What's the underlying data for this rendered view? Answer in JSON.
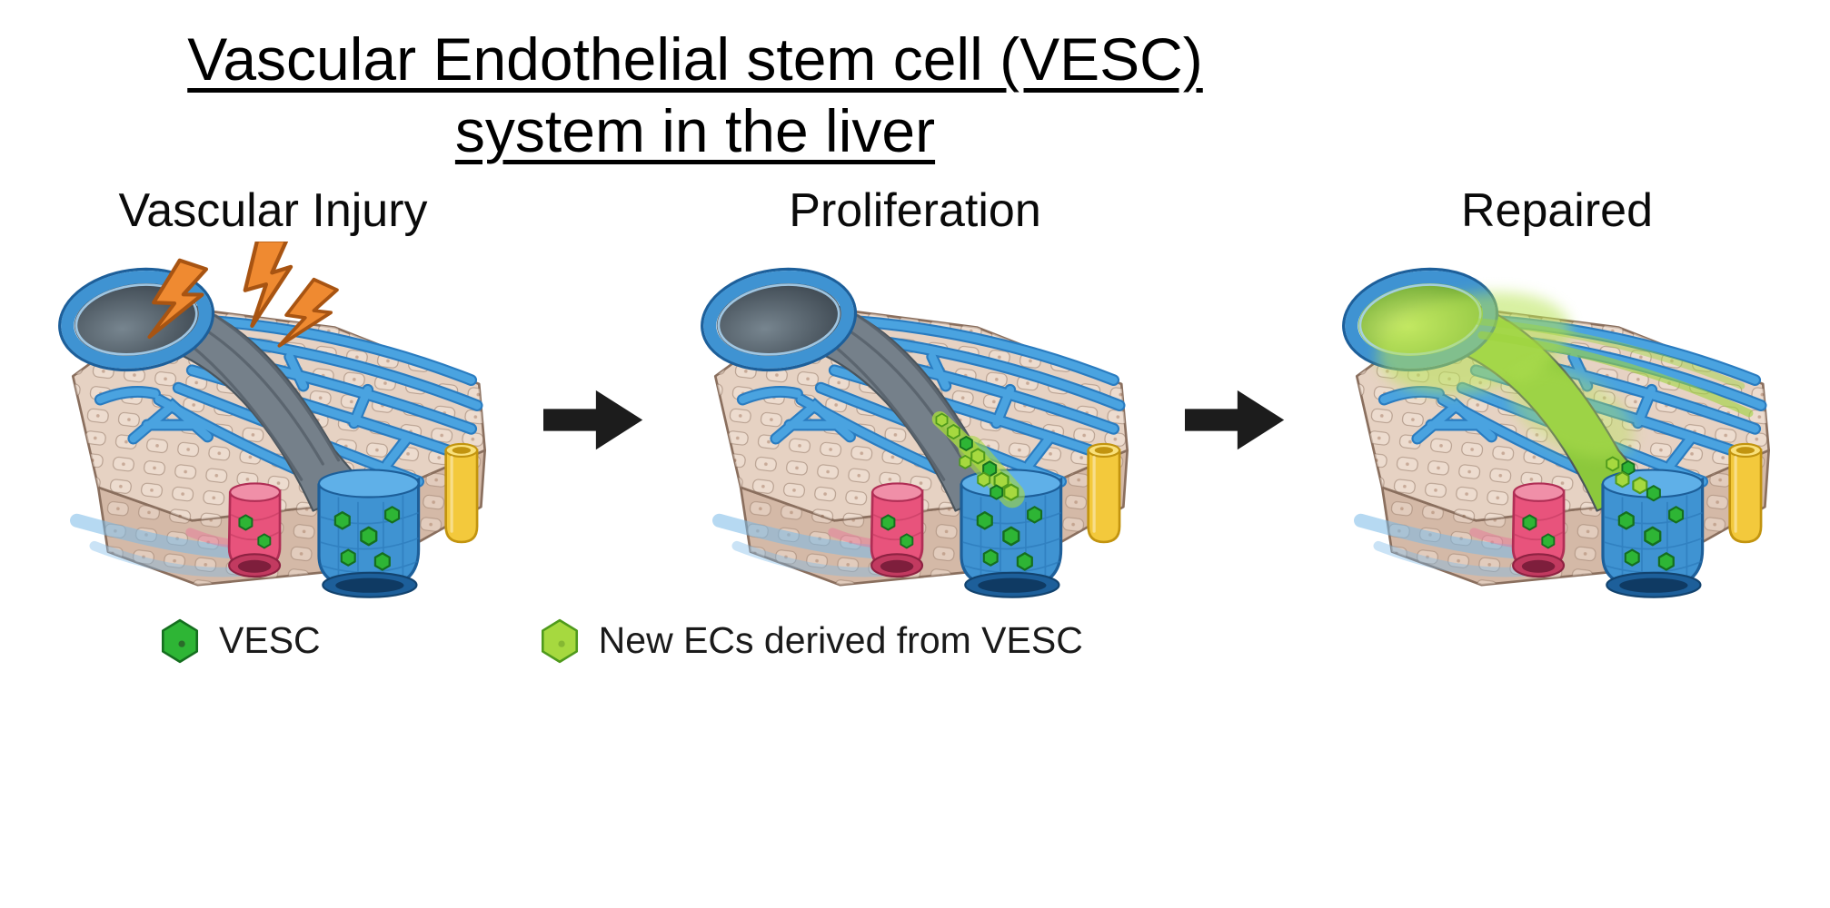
{
  "title": {
    "line1": "Vascular Endothelial stem cell (VESC)",
    "line2": "system in the liver"
  },
  "panels": [
    {
      "id": "vascular-injury",
      "label": "Vascular Injury"
    },
    {
      "id": "proliferation",
      "label": "Proliferation"
    },
    {
      "id": "repaired",
      "label": "Repaired"
    }
  ],
  "legend": {
    "items": [
      {
        "label": "VESC",
        "color": "#2eb535"
      },
      {
        "label": "New ECs derived from VESC",
        "color": "#a6d93f"
      }
    ]
  },
  "icons": {
    "arrow": "right-arrow",
    "injury": "lightning-bolt",
    "cell": "hexagon"
  },
  "colors": {
    "title_text": "#000000",
    "arrow_black": "#1c1c1c",
    "tissue_top": "#e6d2c3",
    "tissue_front": "#d4b9a7",
    "tissue_outline": "#8a6f5e",
    "tissue_cell": "#f2e4d8",
    "sinusoid_blue": "#4aa3e0",
    "sinusoid_dark": "#2a7cc0",
    "vein_blue": "#3f93d2",
    "vein_dark": "#1d5f9a",
    "injury_gray": "#75808a",
    "bolt_orange": "#ef8a31",
    "bolt_outline": "#a85412",
    "portal_pink": "#e8537c",
    "portal_pink_dark": "#b02e55",
    "bile_yellow": "#f3c93c",
    "bile_yellow_dark": "#c2940f",
    "vesc_green": "#2eb535",
    "vesc_outline": "#156f1f",
    "newec_green": "#a6d93f",
    "newec_outline": "#4f9a1c",
    "repair_green": "#8cc83c",
    "glow_green": "#b8e455"
  }
}
